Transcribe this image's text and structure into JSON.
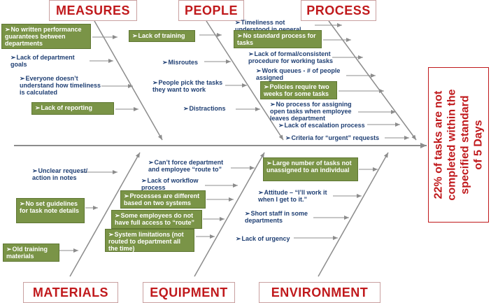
{
  "categories": {
    "measures": "MEASURES",
    "people": "PEOPLE",
    "process": "PROCESS",
    "materials": "MATERIALS",
    "equipment": "EQUIPMENT",
    "environment": "ENVIRONMENT"
  },
  "effect": {
    "line1": "22% of tasks are not",
    "line2": "completed within the",
    "line3": "specified standard",
    "line4": "of 5 Days"
  },
  "bullet": "➢",
  "causes": {
    "measures": [
      "No written performance guarantees between departments",
      "Lack of department goals",
      "Everyone doesn’t understand how timeliness is calculated",
      "Lack of reporting"
    ],
    "people": [
      "Lack of training",
      "Misroutes",
      "People pick the tasks they want to work",
      "Distractions"
    ],
    "process": [
      "Timeliness not understood in general",
      "No standard process for tasks",
      "Lack of formal/consistent procedure for working tasks",
      "Work queues - # of people assigned",
      "Policies require two weeks for some tasks",
      "No process for assigning open tasks  when employee leaves department",
      "Lack of escalation process",
      "Criteria for “urgent” requests"
    ],
    "materials": [
      "Unclear request/ action in notes",
      "No set guidelines for task note details",
      "Old training materials"
    ],
    "equipment": [
      "Can’t force department and employee “route to”",
      "Lack of workflow process",
      "Processes are different based on two systems",
      "Some employees do not have full access to “route”",
      "System limitations (not routed to department all the time)"
    ],
    "environment": [
      "Large number of tasks not unassigned to an individual",
      "Attitude – “I’ll work it when I get to it.”",
      "Short staff in some departments",
      "Lack of urgency"
    ]
  },
  "colors": {
    "title_red": "#c0191c",
    "text_blue": "#1f3f73",
    "box_green": "#7a9447",
    "line_gray": "#8c8c8c"
  }
}
